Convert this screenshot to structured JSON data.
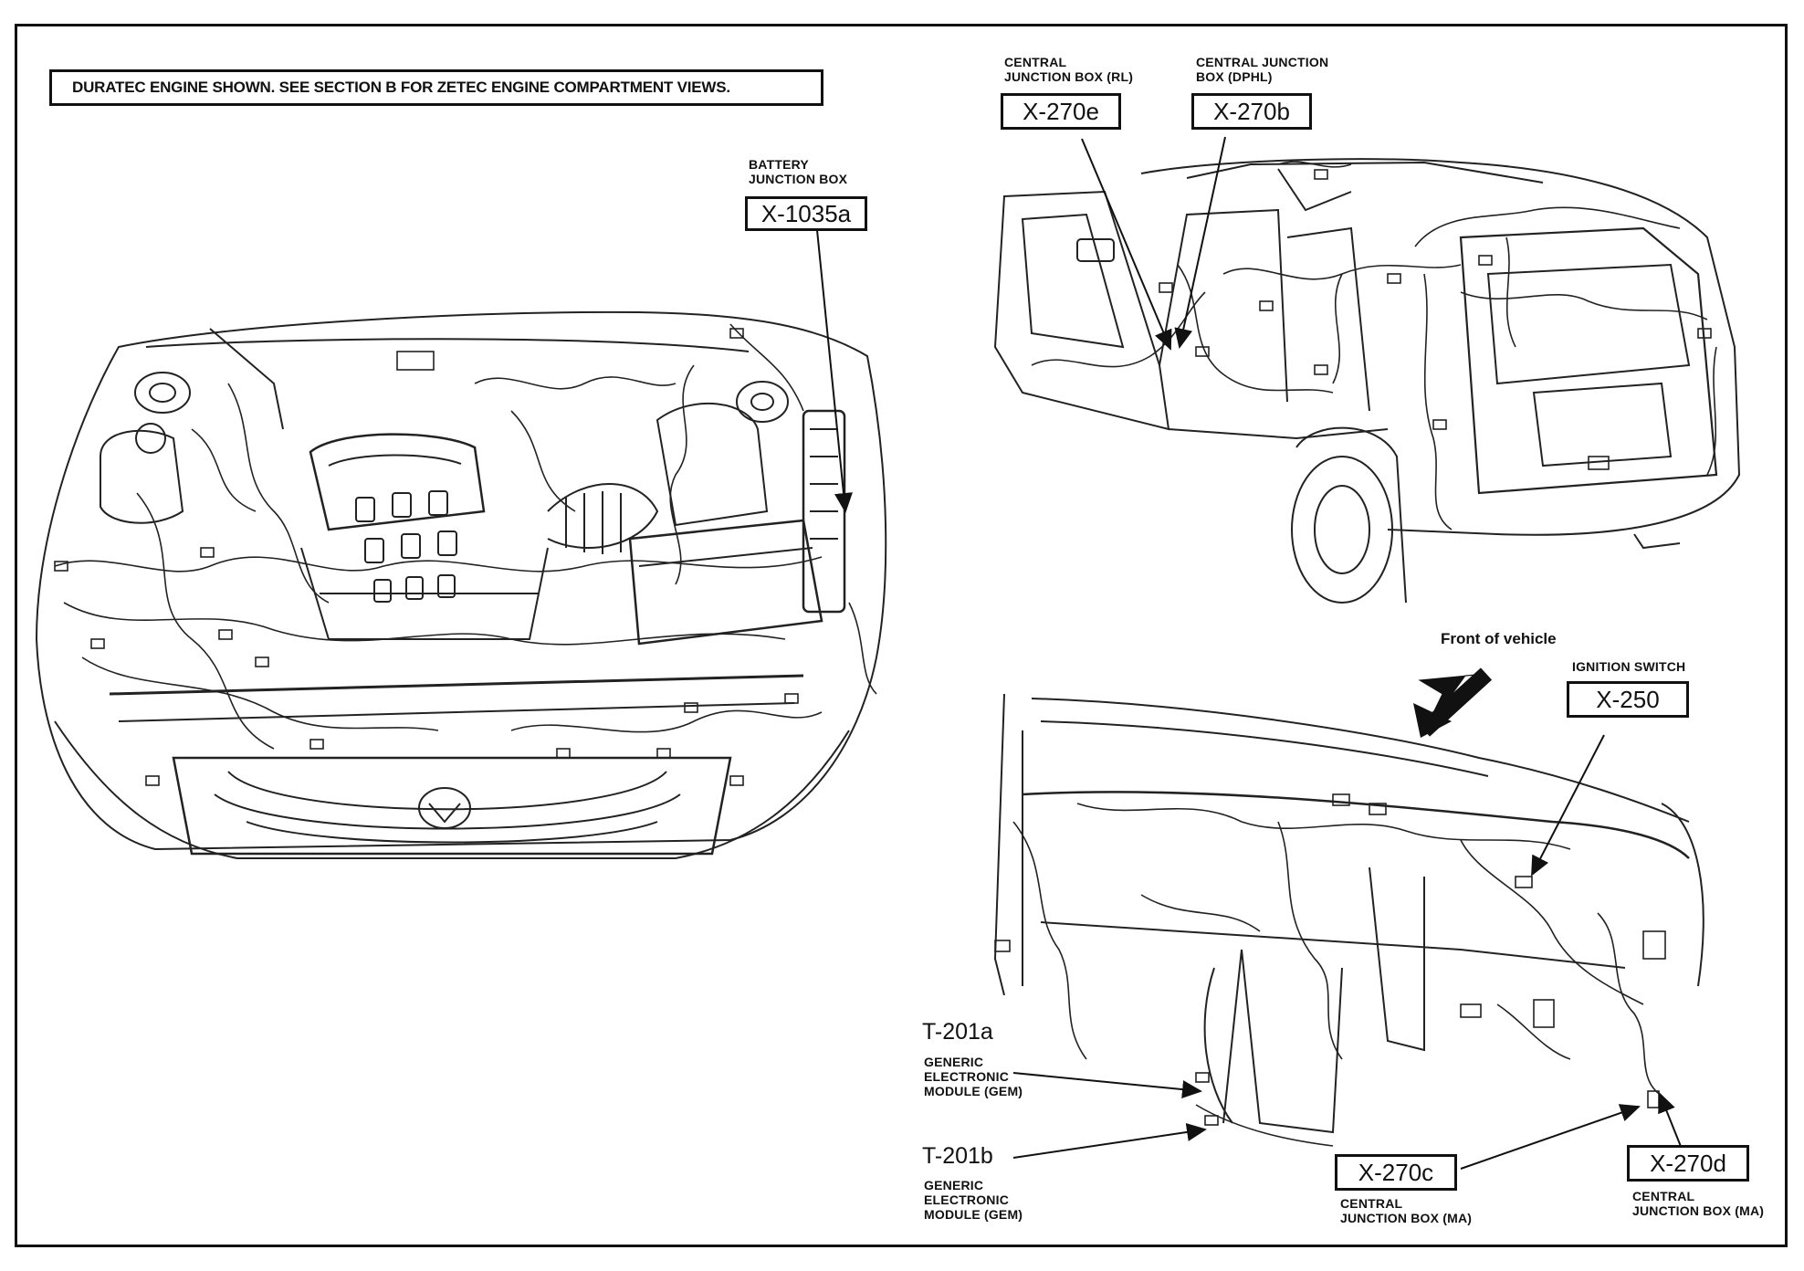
{
  "note": "DURATEC ENGINE SHOWN. SEE SECTION B FOR ZETEC ENGINE COMPARTMENT VIEWS.",
  "callouts": {
    "battery_jb": {
      "caption": "BATTERY\nJUNCTION BOX",
      "id": "X-1035a"
    },
    "cjb_rl": {
      "caption": "CENTRAL\nJUNCTION BOX (RL)",
      "id": "X-270e"
    },
    "cjb_dphl": {
      "caption": "CENTRAL JUNCTION\nBOX (DPHL)",
      "id": "X-270b"
    },
    "ignition": {
      "caption": "IGNITION SWITCH",
      "id": "X-250"
    },
    "t201a": {
      "id": "T-201a",
      "caption": "GENERIC\nELECTRONIC\nMODULE (GEM)"
    },
    "t201b": {
      "id": "T-201b",
      "caption": "GENERIC\nELECTRONIC\nMODULE (GEM)"
    },
    "x270c": {
      "id": "X-270c",
      "caption": "CENTRAL\nJUNCTION BOX (MA)"
    },
    "x270d": {
      "id": "X-270d",
      "caption": "CENTRAL\nJUNCTION BOX (MA)"
    }
  },
  "front_label": "Front of vehicle"
}
